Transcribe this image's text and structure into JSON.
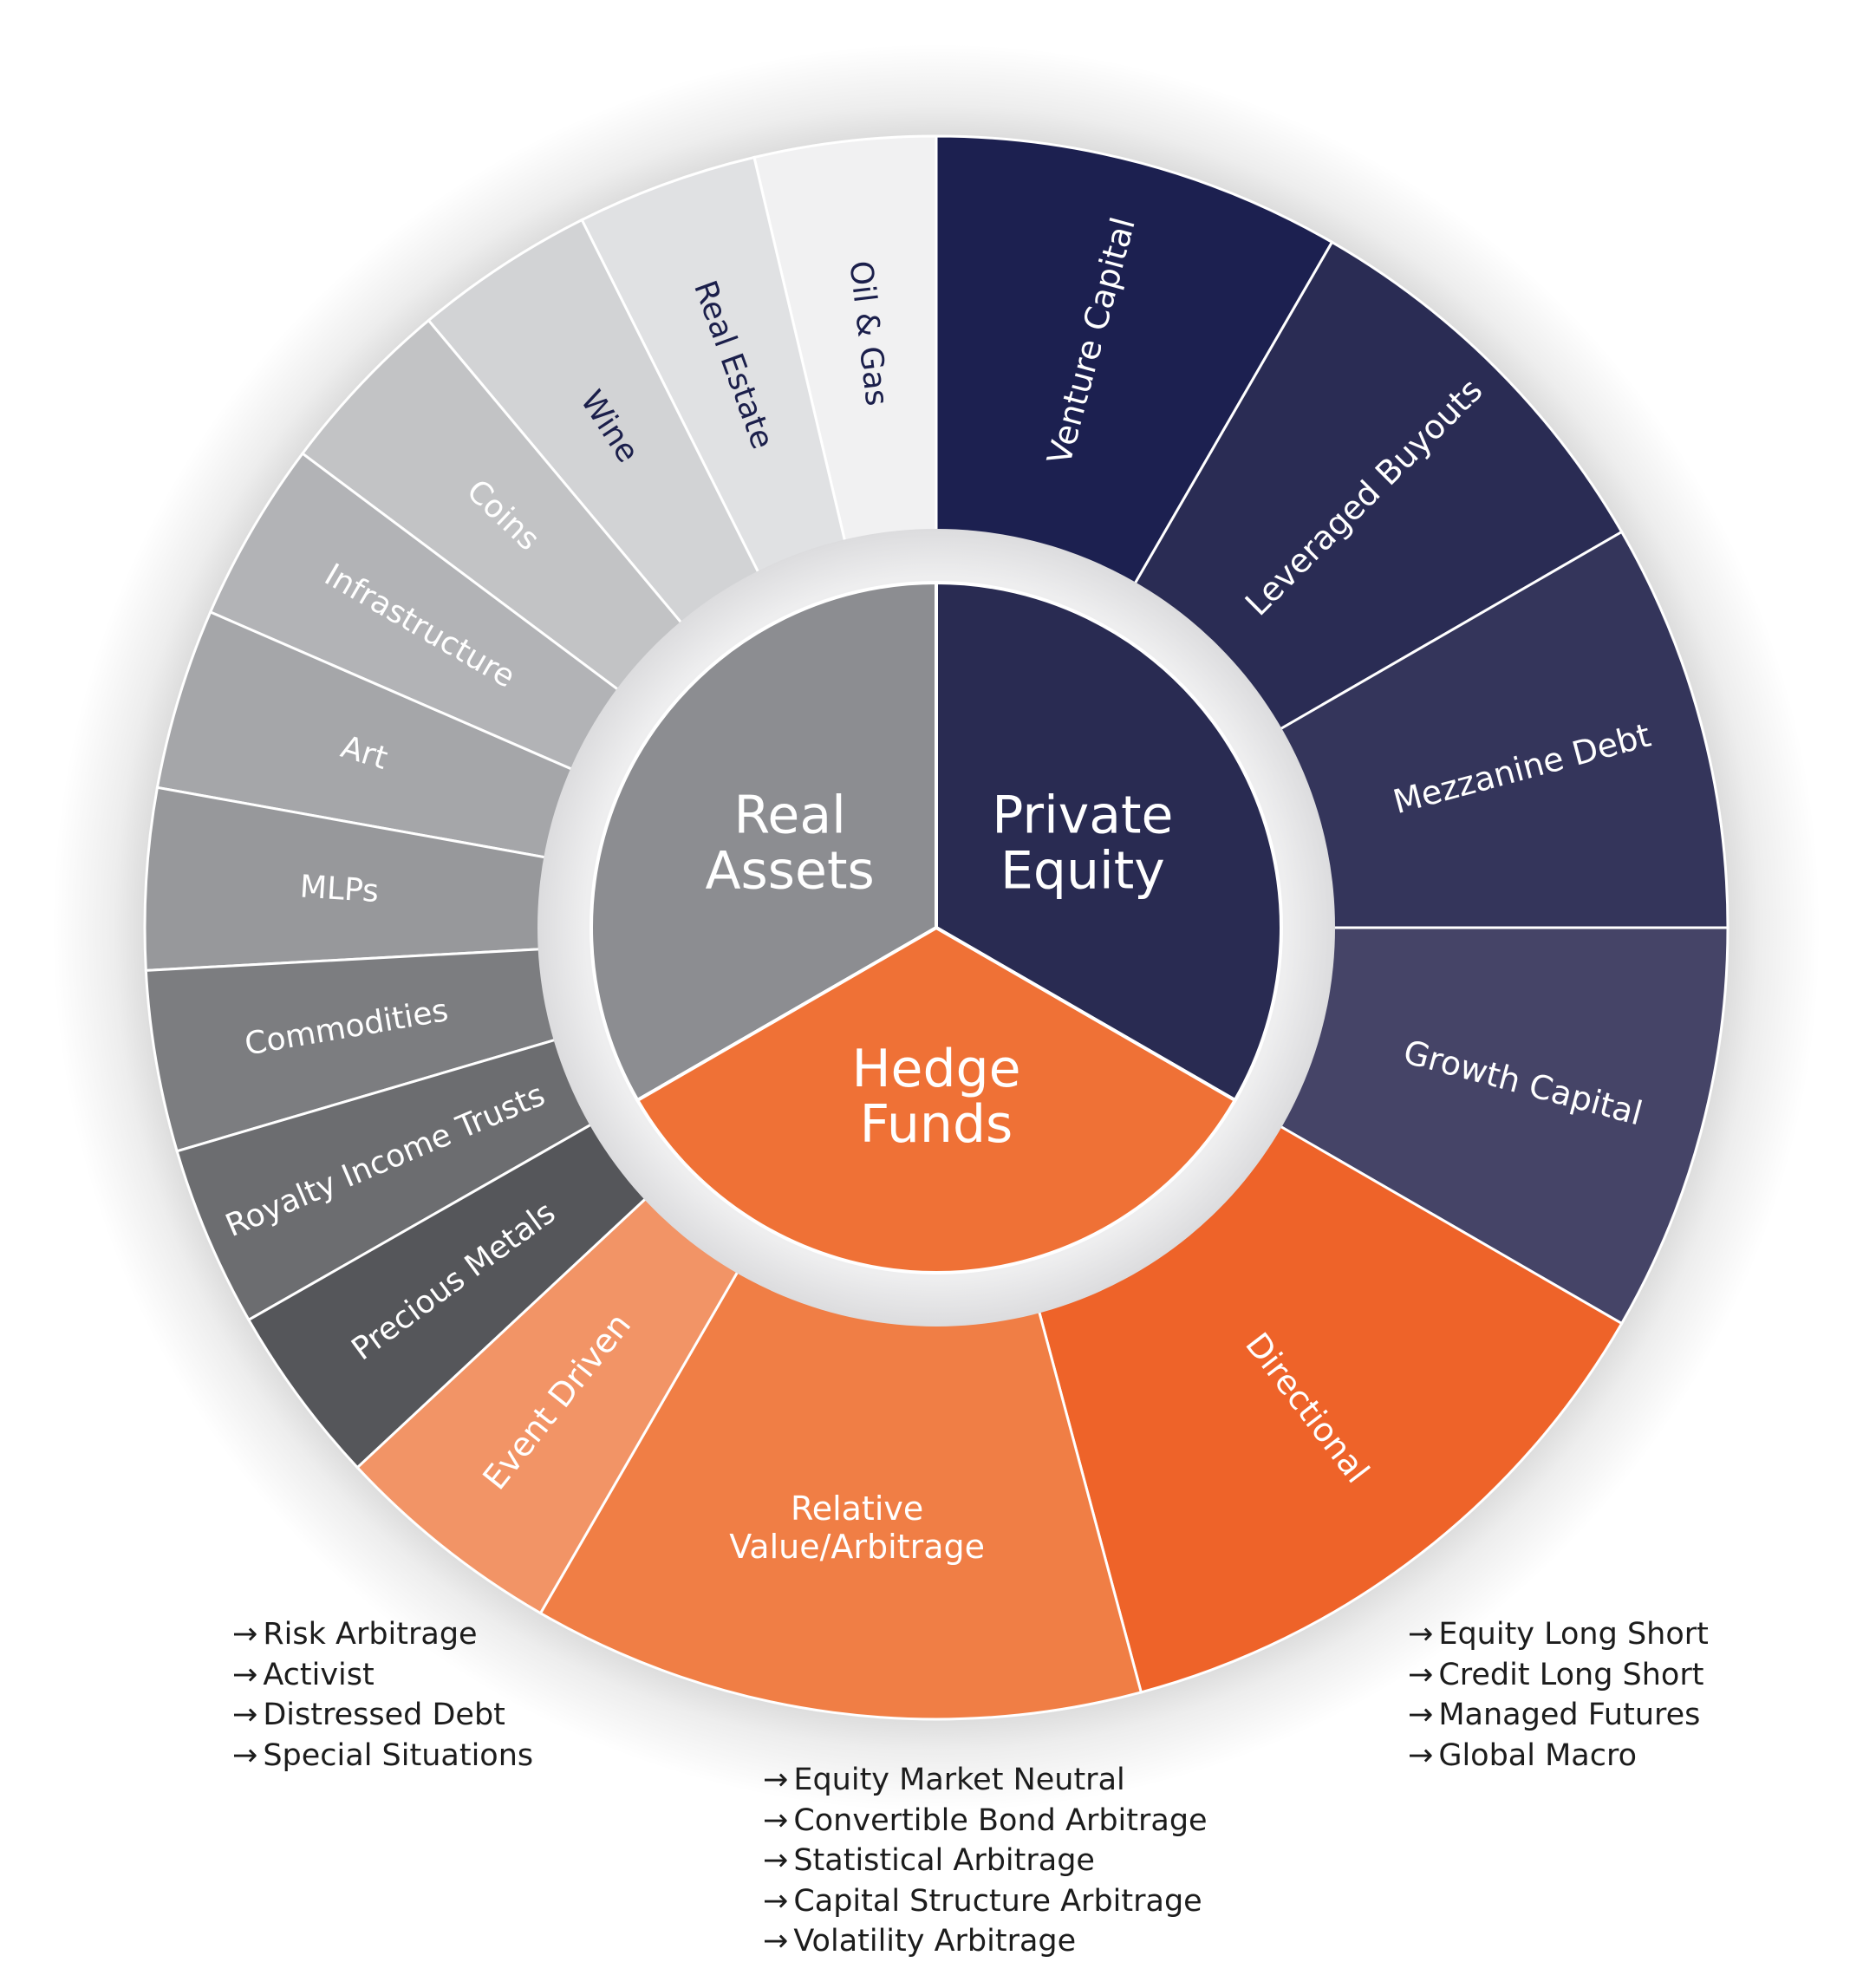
{
  "categories": [
    {
      "name": "Real Assets",
      "lines": [
        "Real",
        "Assets"
      ],
      "color": "#8c8d91",
      "segments": [
        {
          "label": "Oil & Gas",
          "color": "#f1f1f2",
          "text": "#1b1f4b"
        },
        {
          "label": "Real Estate",
          "color": "#e0e1e3",
          "text": "#1b1f4b"
        },
        {
          "label": "Wine",
          "color": "#d2d3d5",
          "text": "#1b1f4b"
        },
        {
          "label": "Coins",
          "color": "#c2c3c5",
          "text": "#ffffff"
        },
        {
          "label": "Infrastructure",
          "color": "#b2b3b6",
          "text": "#ffffff"
        },
        {
          "label": "Art",
          "color": "#a5a6a9",
          "text": "#ffffff"
        },
        {
          "label": "MLPs",
          "color": "#97989b",
          "text": "#ffffff"
        },
        {
          "label": "Commodities",
          "color": "#7c7d80",
          "text": "#ffffff"
        },
        {
          "label": "Royalty Income Trusts",
          "color": "#6c6d70",
          "text": "#ffffff"
        },
        {
          "label": "Precious Metals",
          "color": "#55565a",
          "text": "#ffffff"
        }
      ]
    },
    {
      "name": "Private Equity",
      "lines": [
        "Private",
        "Equity"
      ],
      "color": "#292b52",
      "segments": [
        {
          "label": "Venture Capital",
          "color": "#1c2050",
          "text": "#ffffff"
        },
        {
          "label": "Leveraged Buyouts",
          "color": "#2a2c54",
          "text": "#ffffff"
        },
        {
          "label": "Mezzanine Debt",
          "color": "#34355b",
          "text": "#ffffff"
        },
        {
          "label": "Growth Capital",
          "color": "#454467",
          "text": "#ffffff"
        }
      ]
    },
    {
      "name": "Hedge Funds",
      "lines": [
        "Hedge",
        "Funds"
      ],
      "color": "#ef7136",
      "segments": [
        {
          "label": "Directional",
          "color": "#ee6329",
          "text": "#ffffff"
        },
        {
          "label": "Relative Value/Arbitrage",
          "lines": [
            "Relative",
            "Value/Arbitrage"
          ],
          "color": "#f07e45",
          "text": "#ffffff"
        },
        {
          "label": "Event Driven",
          "color": "#f29466",
          "text": "#ffffff"
        }
      ]
    }
  ],
  "strategy_lists": {
    "event_driven": [
      "Risk Arbitrage",
      "Activist",
      "Distressed Debt",
      "Special Situations"
    ],
    "relative_value": [
      "Equity Market Neutral",
      "Convertible Bond Arbitrage",
      "Statistical Arbitrage",
      "Capital Structure Arbitrage",
      "Volatility Arbitrage"
    ],
    "directional": [
      "Equity Long Short",
      "Credit Long Short",
      "Managed Futures",
      "Global Macro"
    ]
  },
  "arrow_glyph": "→"
}
